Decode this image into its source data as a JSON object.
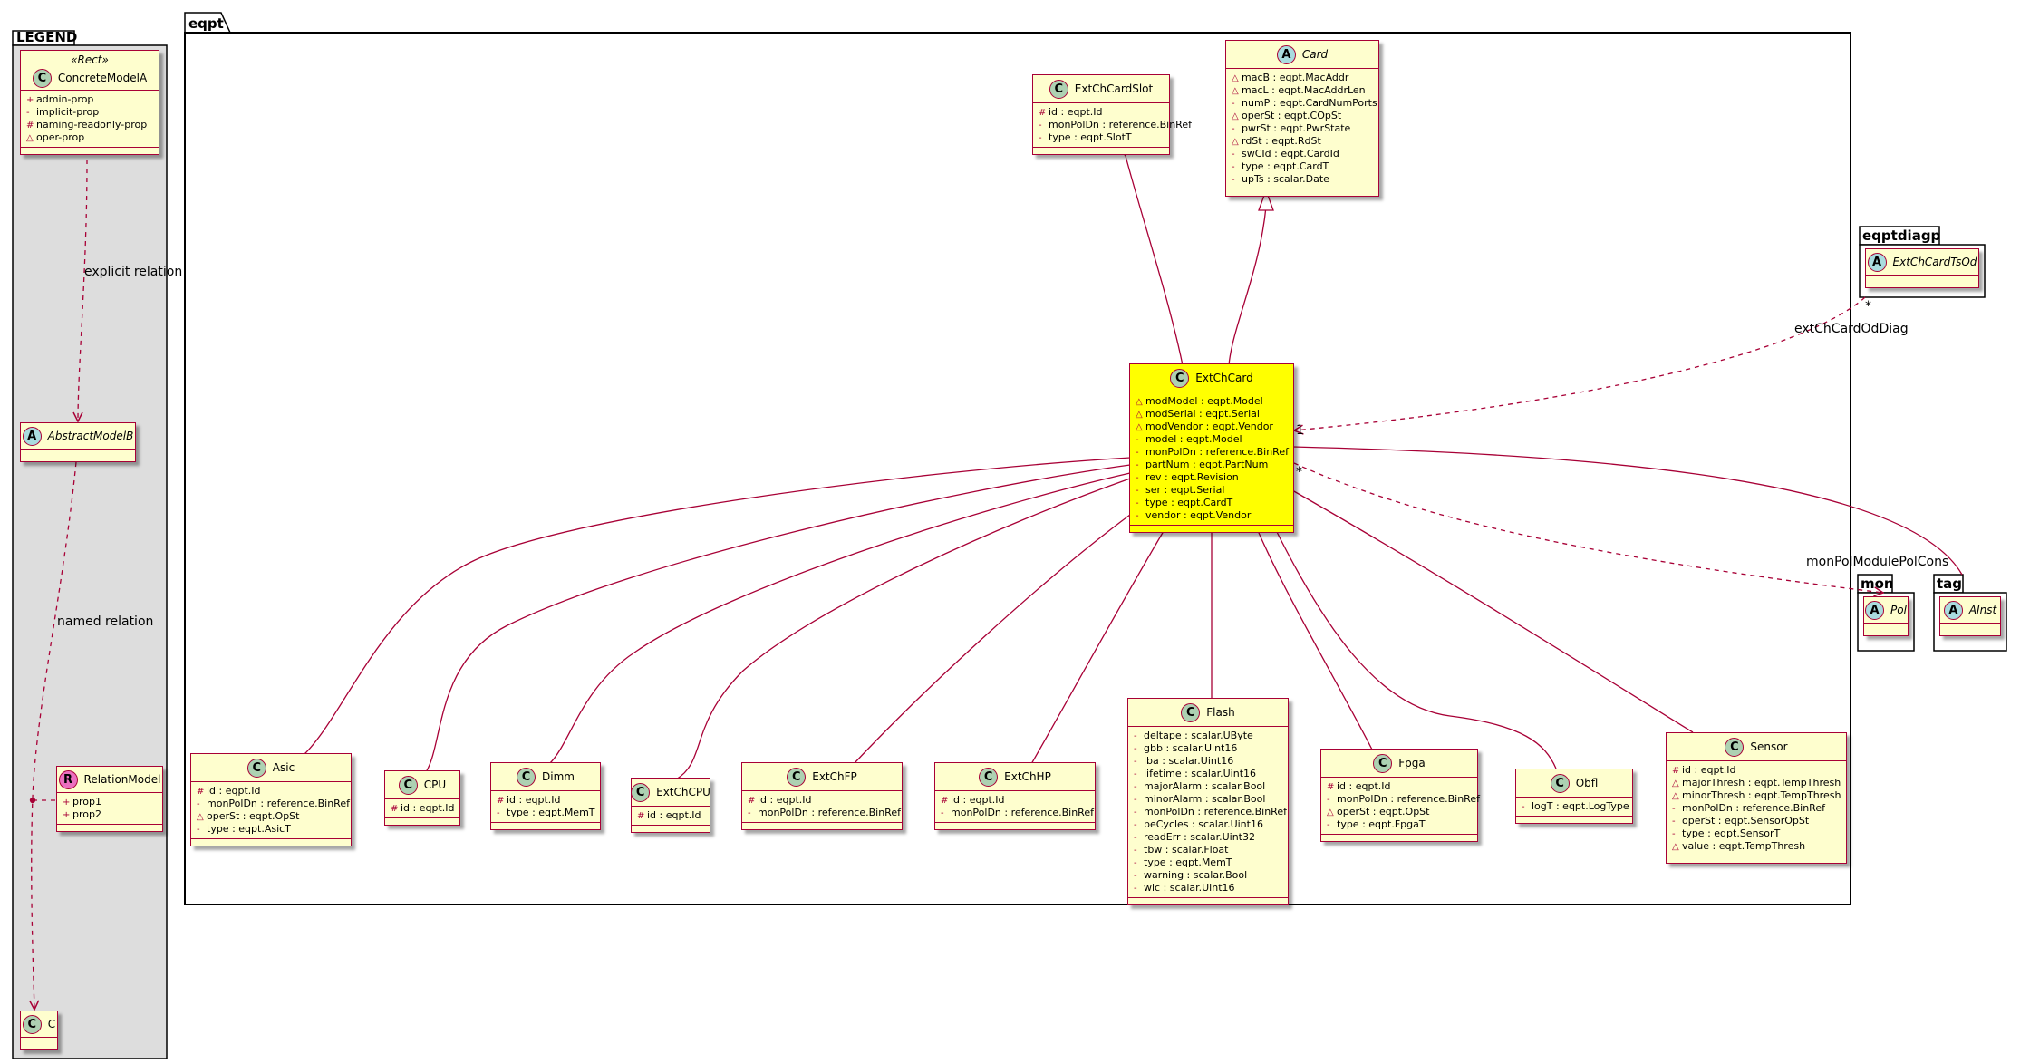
{
  "packages": {
    "legend": "LEGEND",
    "eqpt": "eqpt",
    "eqptdiagp": "eqptdiagp",
    "mon": "mon",
    "tag": "tag"
  },
  "relations": {
    "explicit": "explicit relation",
    "named": "named relation",
    "diag": "extChCardOdDiag",
    "monpol": "monPolModulePolCons",
    "mult1": "1",
    "multStar1": "*",
    "multStar2": "*"
  },
  "legend": {
    "stereotype": "«Rect»",
    "concrete": {
      "name": "ConcreteModelA",
      "badge": "C",
      "attrs": [
        {
          "vis": "+",
          "text": "admin-prop"
        },
        {
          "vis": "-",
          "text": "implicit-prop"
        },
        {
          "vis": "#",
          "text": "naming-readonly-prop"
        },
        {
          "vis": "△",
          "text": "oper-prop"
        }
      ]
    },
    "abstract": {
      "name": "AbstractModelB",
      "badge": "A"
    },
    "relation": {
      "name": "RelationModel",
      "badge": "R",
      "attrs": [
        {
          "vis": "+",
          "text": "prop1"
        },
        {
          "vis": "+",
          "text": "prop2"
        }
      ]
    },
    "c": {
      "name": "C",
      "badge": "C"
    }
  },
  "classes": {
    "extchcardslot": {
      "name": "ExtChCardSlot",
      "badge": "C",
      "attrs": [
        {
          "vis": "#",
          "text": "id : eqpt.Id"
        },
        {
          "vis": "-",
          "text": "monPolDn : reference.BinRef"
        },
        {
          "vis": "-",
          "text": "type : eqpt.SlotT"
        }
      ]
    },
    "card": {
      "name": "Card",
      "badge": "A",
      "attrs": [
        {
          "vis": "△",
          "text": "macB : eqpt.MacAddr"
        },
        {
          "vis": "△",
          "text": "macL : eqpt.MacAddrLen"
        },
        {
          "vis": "-",
          "text": "numP : eqpt.CardNumPorts"
        },
        {
          "vis": "△",
          "text": "operSt : eqpt.COpSt"
        },
        {
          "vis": "-",
          "text": "pwrSt : eqpt.PwrState"
        },
        {
          "vis": "△",
          "text": "rdSt : eqpt.RdSt"
        },
        {
          "vis": "-",
          "text": "swCId : eqpt.CardId"
        },
        {
          "vis": "-",
          "text": "type : eqpt.CardT"
        },
        {
          "vis": "-",
          "text": "upTs : scalar.Date"
        }
      ]
    },
    "extchcard": {
      "name": "ExtChCard",
      "badge": "C",
      "attrs": [
        {
          "vis": "△",
          "text": "modModel : eqpt.Model"
        },
        {
          "vis": "△",
          "text": "modSerial : eqpt.Serial"
        },
        {
          "vis": "△",
          "text": "modVendor : eqpt.Vendor"
        },
        {
          "vis": "-",
          "text": "model : eqpt.Model"
        },
        {
          "vis": "-",
          "text": "monPolDn : reference.BinRef"
        },
        {
          "vis": "-",
          "text": "partNum : eqpt.PartNum"
        },
        {
          "vis": "-",
          "text": "rev : eqpt.Revision"
        },
        {
          "vis": "-",
          "text": "ser : eqpt.Serial"
        },
        {
          "vis": "-",
          "text": "type : eqpt.CardT"
        },
        {
          "vis": "-",
          "text": "vendor : eqpt.Vendor"
        }
      ]
    },
    "asic": {
      "name": "Asic",
      "badge": "C",
      "attrs": [
        {
          "vis": "#",
          "text": "id : eqpt.Id"
        },
        {
          "vis": "-",
          "text": "monPolDn : reference.BinRef"
        },
        {
          "vis": "△",
          "text": "operSt : eqpt.OpSt"
        },
        {
          "vis": "-",
          "text": "type : eqpt.AsicT"
        }
      ]
    },
    "cpu": {
      "name": "CPU",
      "badge": "C",
      "attrs": [
        {
          "vis": "#",
          "text": "id : eqpt.Id"
        }
      ]
    },
    "dimm": {
      "name": "Dimm",
      "badge": "C",
      "attrs": [
        {
          "vis": "#",
          "text": "id : eqpt.Id"
        },
        {
          "vis": "-",
          "text": "type : eqpt.MemT"
        }
      ]
    },
    "extchcpu": {
      "name": "ExtChCPU",
      "badge": "C",
      "attrs": [
        {
          "vis": "#",
          "text": "id : eqpt.Id"
        }
      ]
    },
    "extchfp": {
      "name": "ExtChFP",
      "badge": "C",
      "attrs": [
        {
          "vis": "#",
          "text": "id : eqpt.Id"
        },
        {
          "vis": "-",
          "text": "monPolDn : reference.BinRef"
        }
      ]
    },
    "extchhp": {
      "name": "ExtChHP",
      "badge": "C",
      "attrs": [
        {
          "vis": "#",
          "text": "id : eqpt.Id"
        },
        {
          "vis": "-",
          "text": "monPolDn : reference.BinRef"
        }
      ]
    },
    "flash": {
      "name": "Flash",
      "badge": "C",
      "attrs": [
        {
          "vis": "-",
          "text": "deltape : scalar.UByte"
        },
        {
          "vis": "-",
          "text": "gbb : scalar.Uint16"
        },
        {
          "vis": "-",
          "text": "lba : scalar.Uint16"
        },
        {
          "vis": "-",
          "text": "lifetime : scalar.Uint16"
        },
        {
          "vis": "-",
          "text": "majorAlarm : scalar.Bool"
        },
        {
          "vis": "-",
          "text": "minorAlarm : scalar.Bool"
        },
        {
          "vis": "-",
          "text": "monPolDn : reference.BinRef"
        },
        {
          "vis": "-",
          "text": "peCycles : scalar.Uint16"
        },
        {
          "vis": "-",
          "text": "readErr : scalar.Uint32"
        },
        {
          "vis": "-",
          "text": "tbw : scalar.Float"
        },
        {
          "vis": "-",
          "text": "type : eqpt.MemT"
        },
        {
          "vis": "-",
          "text": "warning : scalar.Bool"
        },
        {
          "vis": "-",
          "text": "wlc : scalar.Uint16"
        }
      ]
    },
    "fpga": {
      "name": "Fpga",
      "badge": "C",
      "attrs": [
        {
          "vis": "#",
          "text": "id : eqpt.Id"
        },
        {
          "vis": "-",
          "text": "monPolDn : reference.BinRef"
        },
        {
          "vis": "△",
          "text": "operSt : eqpt.OpSt"
        },
        {
          "vis": "-",
          "text": "type : eqpt.FpgaT"
        }
      ]
    },
    "obfl": {
      "name": "Obfl",
      "badge": "C",
      "attrs": [
        {
          "vis": "-",
          "text": "logT : eqpt.LogType"
        }
      ]
    },
    "sensor": {
      "name": "Sensor",
      "badge": "C",
      "attrs": [
        {
          "vis": "#",
          "text": "id : eqpt.Id"
        },
        {
          "vis": "△",
          "text": "majorThresh : eqpt.TempThresh"
        },
        {
          "vis": "△",
          "text": "minorThresh : eqpt.TempThresh"
        },
        {
          "vis": "-",
          "text": "monPolDn : reference.BinRef"
        },
        {
          "vis": "-",
          "text": "operSt : eqpt.SensorOpSt"
        },
        {
          "vis": "-",
          "text": "type : eqpt.SensorT"
        },
        {
          "vis": "△",
          "text": "value : eqpt.TempThresh"
        }
      ]
    },
    "extchcardtsod": {
      "name": "ExtChCardTsOd",
      "badge": "A"
    },
    "pol": {
      "name": "Pol",
      "badge": "A"
    },
    "ainst": {
      "name": "AInst",
      "badge": "A"
    }
  }
}
